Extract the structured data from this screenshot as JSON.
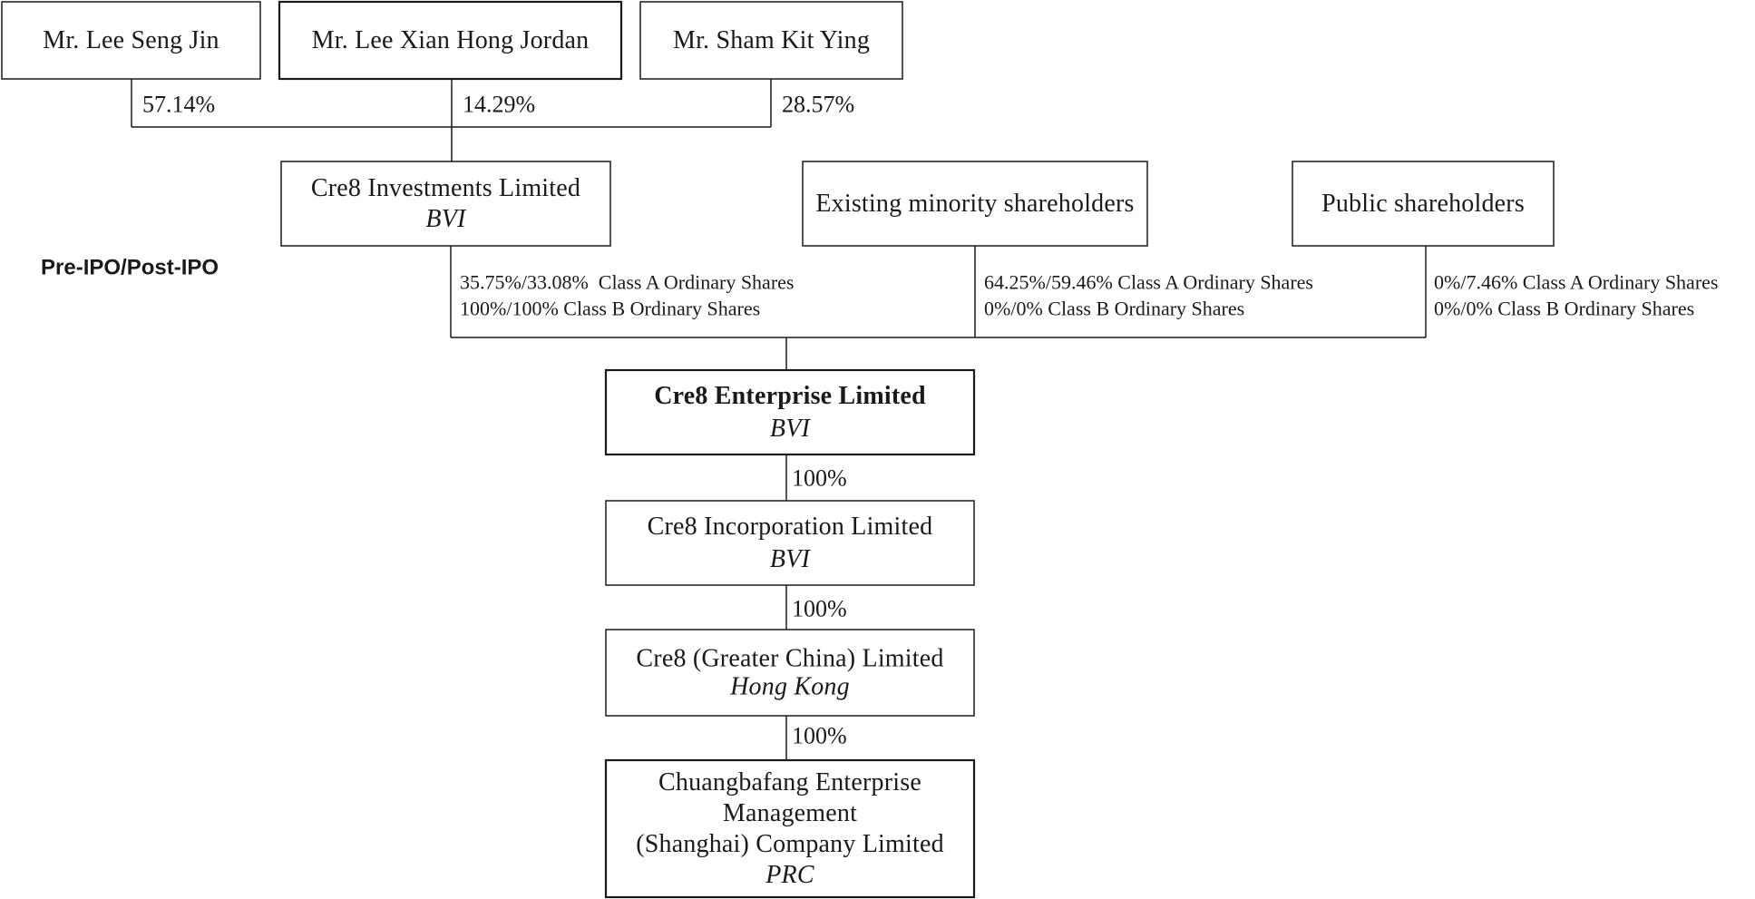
{
  "section_label": "Pre-IPO/Post-IPO",
  "entities": {
    "lee_seng_jin": {
      "lines": [
        "Mr. Lee Seng Jin"
      ]
    },
    "lee_xian_hong_jordan": {
      "lines": [
        "Mr. Lee Xian Hong Jordan"
      ]
    },
    "sham_kit_ying": {
      "lines": [
        "Mr. Sham Kit Ying"
      ]
    },
    "cre8_investments": {
      "lines": [
        "Cre8 Investments Limited"
      ],
      "jurisdiction": "BVI"
    },
    "existing_minority": {
      "lines": [
        "Existing minority shareholders"
      ]
    },
    "public_shareholders": {
      "lines": [
        "Public shareholders"
      ]
    },
    "cre8_enterprise": {
      "lines": [
        "Cre8 Enterprise Limited"
      ],
      "jurisdiction": "BVI"
    },
    "cre8_incorporation": {
      "lines": [
        "Cre8 Incorporation Limited"
      ],
      "jurisdiction": "BVI"
    },
    "cre8_greater_china": {
      "lines": [
        "Cre8 (Greater China) Limited"
      ],
      "jurisdiction": "Hong Kong"
    },
    "chuangbafang": {
      "lines": [
        "Chuangbafang Enterprise",
        "Management",
        "(Shanghai) Company Limited"
      ],
      "jurisdiction": "PRC"
    }
  },
  "ownership": {
    "lee_seng_jin": "57.14%",
    "lee_xian_hong_jordan": "14.29%",
    "sham_kit_ying": "28.57%",
    "cre8_enterprise_to_incorporation": "100%",
    "incorporation_to_greater_china": "100%",
    "greater_china_to_chuangbafang": "100%"
  },
  "share_classes": {
    "cre8_investments": [
      "35.75%/33.08%  Class A Ordinary Shares",
      "100%/100% Class B Ordinary Shares"
    ],
    "existing_minority": [
      "64.25%/59.46% Class A Ordinary Shares",
      "0%/0% Class B Ordinary Shares"
    ],
    "public_shareholders": [
      "0%/7.46% Class A Ordinary Shares",
      "0%/0% Class B Ordinary Shares"
    ]
  }
}
